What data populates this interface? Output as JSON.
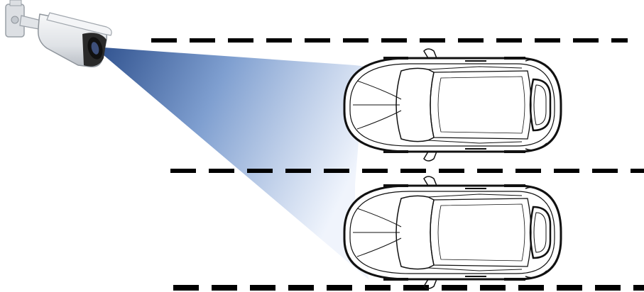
{
  "scene": {
    "subject": "security-camera-coverage",
    "camera_icon": "bullet-camera-icon",
    "vehicle_icon": "car-top-view-icon",
    "lanes": 2,
    "vehicles_in_view": 2,
    "colors": {
      "beam_dark": "#2d4f8c",
      "beam_mid": "#7f9fd0",
      "beam_light": "#eef3fc",
      "lane_line": "#000000",
      "car_outline": "#111111",
      "car_fill": "#ffffff",
      "camera_body": "#e6e8eb",
      "camera_dark": "#2a2a2a"
    }
  }
}
